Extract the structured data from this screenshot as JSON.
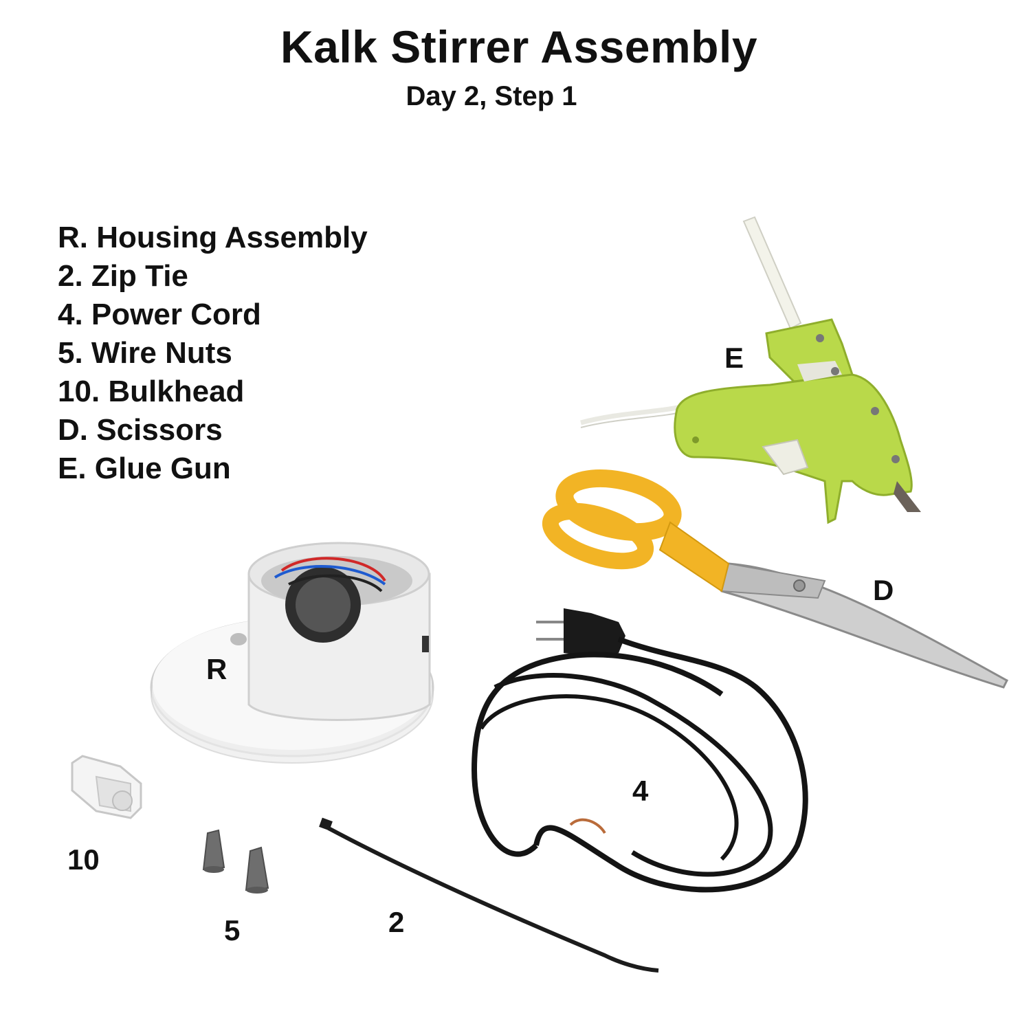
{
  "title": "Kalk Stirrer Assembly",
  "subtitle": "Day 2, Step 1",
  "legend": [
    "R. Housing Assembly",
    "2. Zip Tie",
    "4. Power Cord",
    "5. Wire Nuts",
    "10. Bulkhead",
    "D. Scissors",
    "E. Glue Gun"
  ],
  "labels": {
    "R": "R",
    "E": "E",
    "D": "D",
    "four": "4",
    "ten": "10",
    "five": "5",
    "two": "2"
  },
  "colors": {
    "glue_gun": "#b9d94a",
    "scissor_handle": "#f2b425",
    "housing": "#f1f1f1",
    "cord": "#141414"
  }
}
